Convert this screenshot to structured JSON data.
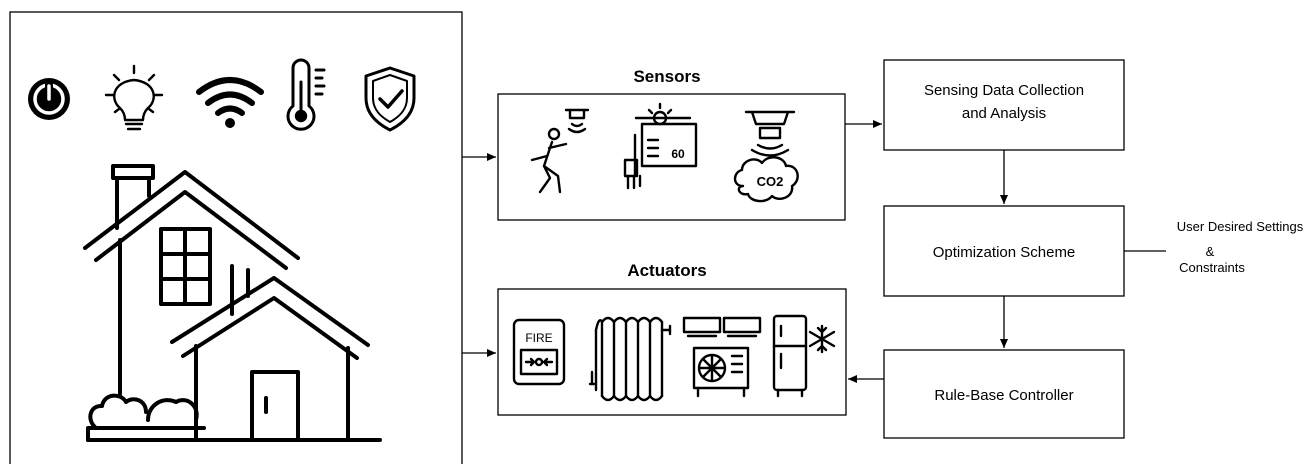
{
  "sensors": {
    "title": "Sensors"
  },
  "actuators": {
    "title": "Actuators",
    "fire_label": "FIRE"
  },
  "process": {
    "sensing_line1": "Sensing Data Collection",
    "sensing_line2": "and Analysis",
    "optimization": "Optimization Scheme",
    "controller": "Rule-Base Controller"
  },
  "user_input": {
    "line1": "User Desired Settings",
    "line2": "&",
    "line3": "Constraints"
  },
  "co2_label": "CO2",
  "thermostat_value": "60",
  "icons": [
    "power-icon",
    "light-bulb-icon",
    "wifi-icon",
    "thermometer-icon",
    "shield-check-icon",
    "house-icon",
    "motion-sensor-icon",
    "light-sensor-icon",
    "co2-sensor-icon",
    "fire-alarm-icon",
    "radiator-icon",
    "air-conditioner-icon",
    "refrigerator-icon"
  ]
}
